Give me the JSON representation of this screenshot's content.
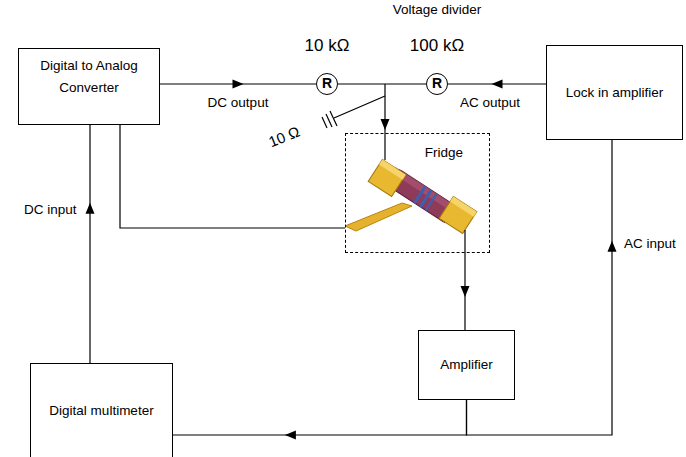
{
  "diagram": {
    "title": "Voltage divider",
    "nodes": [
      {
        "text": [
          "Digital to Analog Converter"
        ]
      },
      {
        "text": [
          "10 kΩ",
          "R"
        ]
      },
      {
        "text": [
          "100 kΩ",
          "R"
        ]
      },
      {
        "text": [
          "Lock in amplifier"
        ]
      },
      {
        "text": [
          "Fridge"
        ]
      },
      {
        "text": [
          "Amplifier"
        ]
      },
      {
        "text": [
          "Digital multimeter"
        ]
      }
    ],
    "edges": [
      {
        "from": 0,
        "to": 1,
        "label": "DC output",
        "arrow": "to"
      },
      {
        "from": 1,
        "to": 2,
        "arrow": "none"
      },
      {
        "from": 3,
        "to": 2,
        "label": "AC output",
        "arrow": "to"
      },
      {
        "from": 6,
        "to": 0,
        "label": "DC input",
        "arrow": "to"
      },
      {
        "from": 5,
        "to": 6,
        "arrow": "to"
      },
      {
        "from": 5,
        "to": 3,
        "label": "AC input",
        "arrow": "to"
      },
      {
        "from": 0,
        "to": 4,
        "arrow": "none"
      },
      {
        "from": 4,
        "to": 5,
        "arrow": "to"
      }
    ],
    "labels": [
      "10 Ω"
    ]
  }
}
